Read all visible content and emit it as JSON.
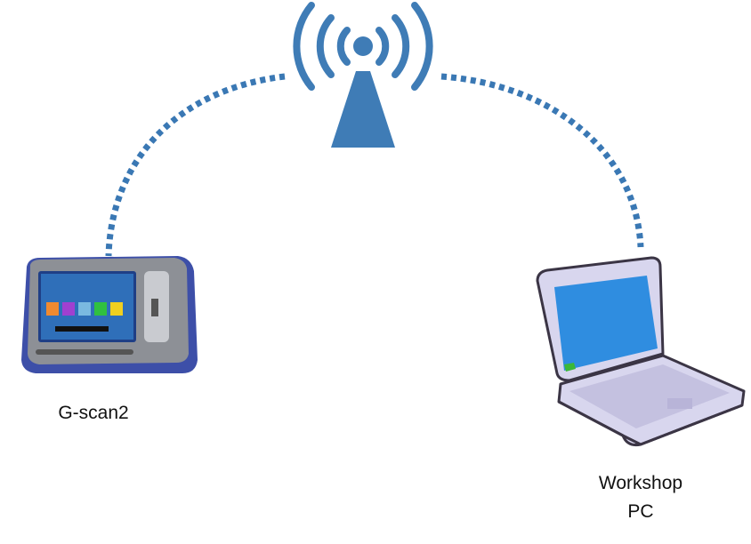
{
  "colors": {
    "link": "#3a78b4",
    "antenna": "#3f7cb6"
  },
  "nodes": {
    "device": {
      "label": "G-scan2",
      "icon": "scan-tool-tablet-icon"
    },
    "pc": {
      "label_line1": "Workshop",
      "label_line2": "PC",
      "icon": "laptop-icon"
    },
    "hub": {
      "icon": "wireless-antenna-icon"
    }
  }
}
